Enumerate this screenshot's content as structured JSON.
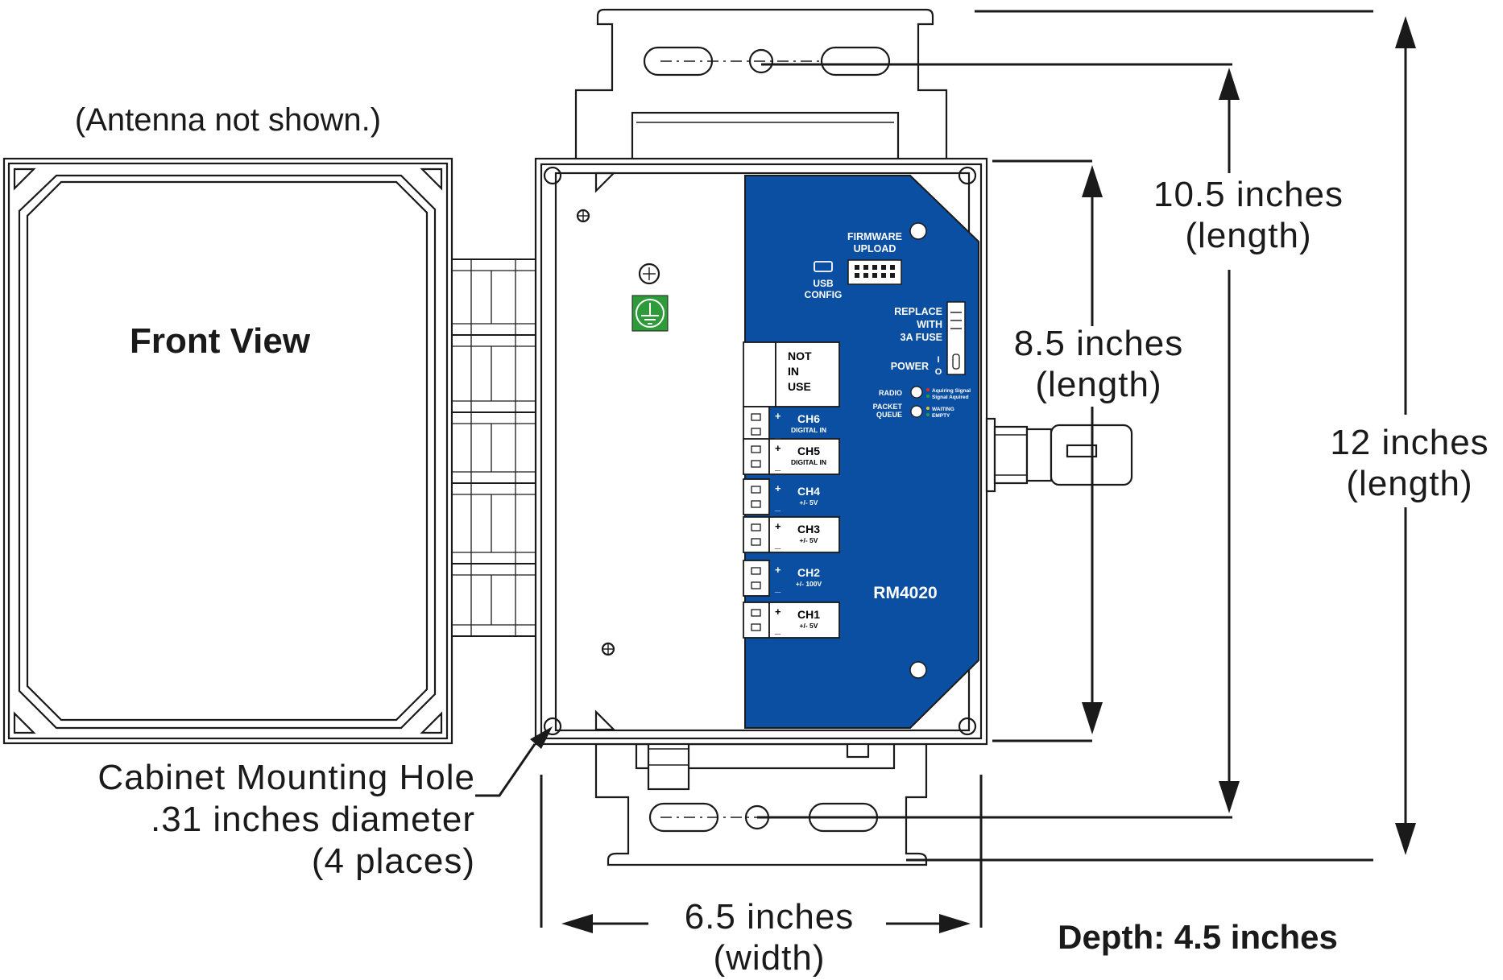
{
  "labels": {
    "antenna_note": "(Antenna  not  shown.)",
    "front_view": "Front  View",
    "mount_hole_line1": "Cabinet  Mounting  Hole",
    "mount_hole_line2": ".31  inches  diameter",
    "mount_hole_line3": "(4  places)",
    "dim_width_value": "6.5 inches",
    "dim_width_unit": "(width)",
    "dim_inner_value": "8.5 inches",
    "dim_inner_unit": "(length)",
    "dim_mount_value": "10.5 inches",
    "dim_mount_unit": "(length)",
    "dim_total_value": "12 inches",
    "dim_total_unit": "(length)",
    "depth": "Depth:  4.5 inches"
  },
  "board": {
    "model": "RM4020",
    "firmware_l1": "FIRMWARE",
    "firmware_l2": "UPLOAD",
    "usb_l1": "USB",
    "usb_l2": "CONFIG",
    "fuse_l1": "REPLACE",
    "fuse_l2": "WITH",
    "fuse_l3": "3A FUSE",
    "power": "POWER",
    "power_on": "I",
    "power_off": "O",
    "radio": "RADIO",
    "radio_s1": "Aquiring Signal",
    "radio_s2": "Signal Aquired",
    "packet_l1": "PACKET",
    "packet_l2": "QUEUE",
    "packet_s1": "WAITING",
    "packet_s2": "EMPTY",
    "not_in_use_l1": "NOT",
    "not_in_use_l2": "IN",
    "not_in_use_l3": "USE",
    "plus": "+",
    "minus": "_",
    "channels": [
      {
        "name": "CH6",
        "sub": "DIGITAL IN"
      },
      {
        "name": "CH5",
        "sub": "DIGITAL IN"
      },
      {
        "name": "CH4",
        "sub": "+/- 5V"
      },
      {
        "name": "CH3",
        "sub": "+/- 5V"
      },
      {
        "name": "CH2",
        "sub": "+/- 100V"
      },
      {
        "name": "CH1",
        "sub": "+/- 5V"
      }
    ]
  },
  "colors": {
    "board_blue": "#0b4fa2",
    "ground_green": "#2e9b3a",
    "led_red": "#e03020",
    "led_green": "#20a040",
    "led_yellow": "#e8c020"
  }
}
